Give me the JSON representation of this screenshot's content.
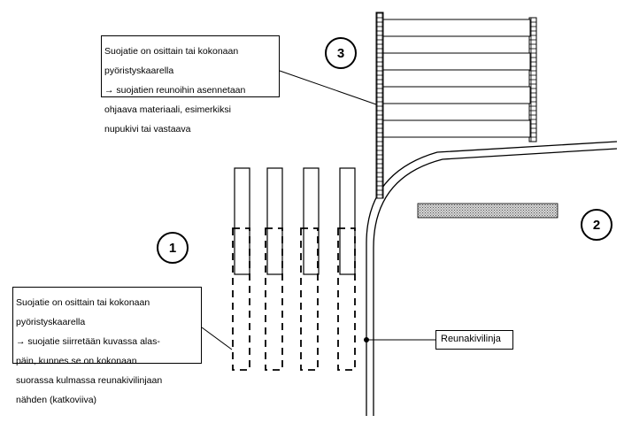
{
  "note_top": {
    "lines": [
      "Suojatie on osittain tai kokonaan",
      "pyöristyskaarella",
      "→ suojatien reunoihin asennetaan",
      "ohjaava materiaali, esimerkiksi",
      "nupukivi tai vastaava"
    ]
  },
  "note_bottom": {
    "lines": [
      "Suojatie on osittain tai kokonaan",
      "pyöristyskaarella",
      "→ suojatie siirretään kuvassa alas-",
      "päin, kunnes se on kokonaan",
      "suorassa kulmassa reunakivilinjaan",
      "nähden (katkoviiva)"
    ]
  },
  "curb_label": "Reunakivilinja",
  "markers": {
    "m1": "1",
    "m2": "2",
    "m3": "3"
  },
  "colors": {
    "line": "#000000",
    "hatch": "#808080",
    "background": "#ffffff"
  }
}
